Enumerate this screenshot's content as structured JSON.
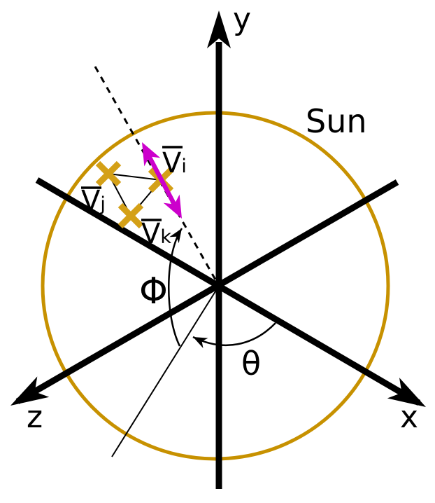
{
  "title": "Sun",
  "axis_labels": {
    "x": "x",
    "y": "y",
    "z": "z"
  },
  "angle_labels": {
    "phi": "Φ",
    "theta": "θ"
  },
  "vector_labels": {
    "vi": {
      "base": "V",
      "sub": "i"
    },
    "vj": {
      "base": "V",
      "sub": "j"
    },
    "vk": {
      "base": "V",
      "sub": "k"
    }
  },
  "colors": {
    "sun_circle": "#C79100",
    "vertex_markers": "#D4A017",
    "direction_arrow": "#CC00CC",
    "lines": "#000000",
    "background": "#FFFFFF"
  }
}
